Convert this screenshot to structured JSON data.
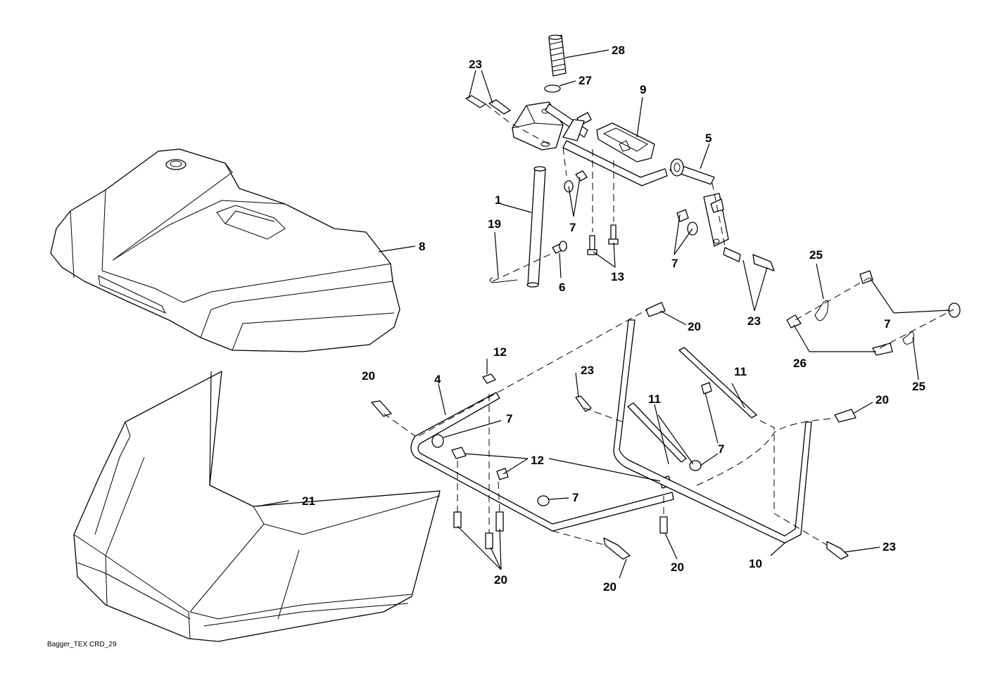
{
  "drawing_ref": "Bagger_TEX CRD_29",
  "callouts": {
    "c1": "1",
    "c4": "4",
    "c5": "5",
    "c6": "6",
    "c7": "7",
    "c8": "8",
    "c9": "9",
    "c10": "10",
    "c11": "11",
    "c12": "12",
    "c13": "13",
    "c19": "19",
    "c20": "20",
    "c21": "21",
    "c23": "23",
    "c25": "25",
    "c26": "26",
    "c27": "27",
    "c28": "28"
  }
}
